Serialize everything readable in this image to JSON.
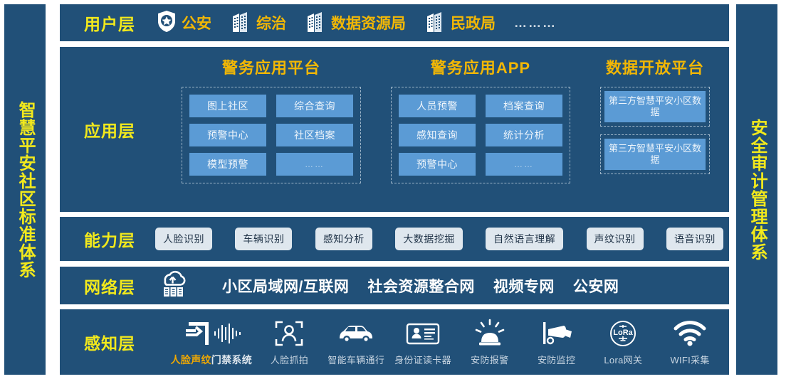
{
  "rails": {
    "left": "智慧平安社区标准体系",
    "right": "安全审计管理体系",
    "color": "#f2e91c"
  },
  "theme": {
    "panel_blue": "#215078",
    "tile_blue": "#5b9bd5",
    "accent_yellow": "#f2e91c",
    "accent_orange": "#f2b705",
    "chip_bg": "#dfe7ee"
  },
  "layers": {
    "user": {
      "label": "用户层",
      "items": [
        {
          "name": "公安",
          "icon": "shield-star-icon"
        },
        {
          "name": "综治",
          "icon": "building-icon"
        },
        {
          "name": "数据资源局",
          "icon": "building-icon"
        },
        {
          "name": "民政局",
          "icon": "building-icon"
        }
      ],
      "trailing_dots": "………"
    },
    "application": {
      "label": "应用层",
      "groups": [
        {
          "title": "警务应用平台",
          "tiles": [
            "图上社区",
            "综合查询",
            "预警中心",
            "社区档案",
            "模型预警",
            "……"
          ]
        },
        {
          "title": "警务应用APP",
          "tiles": [
            "人员预警",
            "档案查询",
            "感知查询",
            "统计分析",
            "预警中心",
            "……"
          ]
        },
        {
          "title": "数据开放平台",
          "boxes": [
            "第三方智慧平安小区数据",
            "第三方智慧平安小区数据"
          ]
        }
      ]
    },
    "capability": {
      "label": "能力层",
      "chips": [
        "人脸识别",
        "车辆识别",
        "感知分析",
        "大数据挖掘",
        "自然语言理解",
        "声纹识别",
        "语音识别"
      ]
    },
    "network": {
      "label": "网络层",
      "icon": "cloud-servers-icon",
      "items": [
        "小区局域网/互联网",
        "社会资源整合网",
        "视频专网",
        "公安网"
      ]
    },
    "sensing": {
      "label": "感知层",
      "items": [
        {
          "label_highlight": "人脸声纹",
          "label_rest": "门禁系统",
          "icon": "door-access-voice-icon"
        },
        {
          "label": "人脸抓拍",
          "icon": "face-capture-icon"
        },
        {
          "label": "智能车辆通行",
          "icon": "car-icon"
        },
        {
          "label": "身份证读卡器",
          "icon": "id-card-reader-icon"
        },
        {
          "label": "安防报警",
          "icon": "alarm-bell-icon"
        },
        {
          "label": "安防监控",
          "icon": "cctv-camera-icon"
        },
        {
          "label": "Lora网关",
          "icon": "lora-gateway-icon"
        },
        {
          "label": "WIFI采集",
          "icon": "wifi-icon"
        }
      ]
    }
  }
}
